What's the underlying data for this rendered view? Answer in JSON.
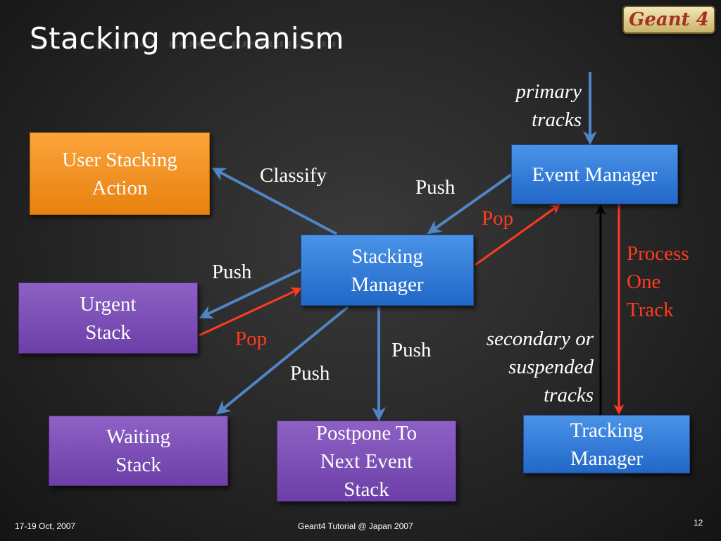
{
  "slide": {
    "title": "Stacking mechanism",
    "logo_text": "Geant 4",
    "page_number": "12"
  },
  "footer": {
    "date": "17-19 Oct, 2007",
    "event": "Geant4 Tutorial @ Japan 2007"
  },
  "nodes": {
    "user_stacking_action": "User Stacking\nAction",
    "event_manager": "Event Manager",
    "stacking_manager": "Stacking\nManager",
    "urgent_stack": "Urgent\nStack",
    "waiting_stack": "Waiting\nStack",
    "postpone_stack": "Postpone To\nNext Event\nStack",
    "tracking_manager": "Tracking\nManager"
  },
  "edge_labels": {
    "primary_tracks": "primary\ntracks",
    "classify": "Classify",
    "push_event_to_stacking": "Push",
    "pop_stacking_to_event": "Pop",
    "process_one_track": "Process\nOne\nTrack",
    "push_to_urgent": "Push",
    "pop_from_urgent": "Pop",
    "push_to_waiting": "Push",
    "push_to_postpone": "Push",
    "secondary_tracks": "secondary or\nsuspended\ntracks"
  },
  "colors": {
    "blue_arrow": "#4f86c6",
    "red_arrow": "#ff3b1f",
    "black_arrow": "#000000"
  }
}
